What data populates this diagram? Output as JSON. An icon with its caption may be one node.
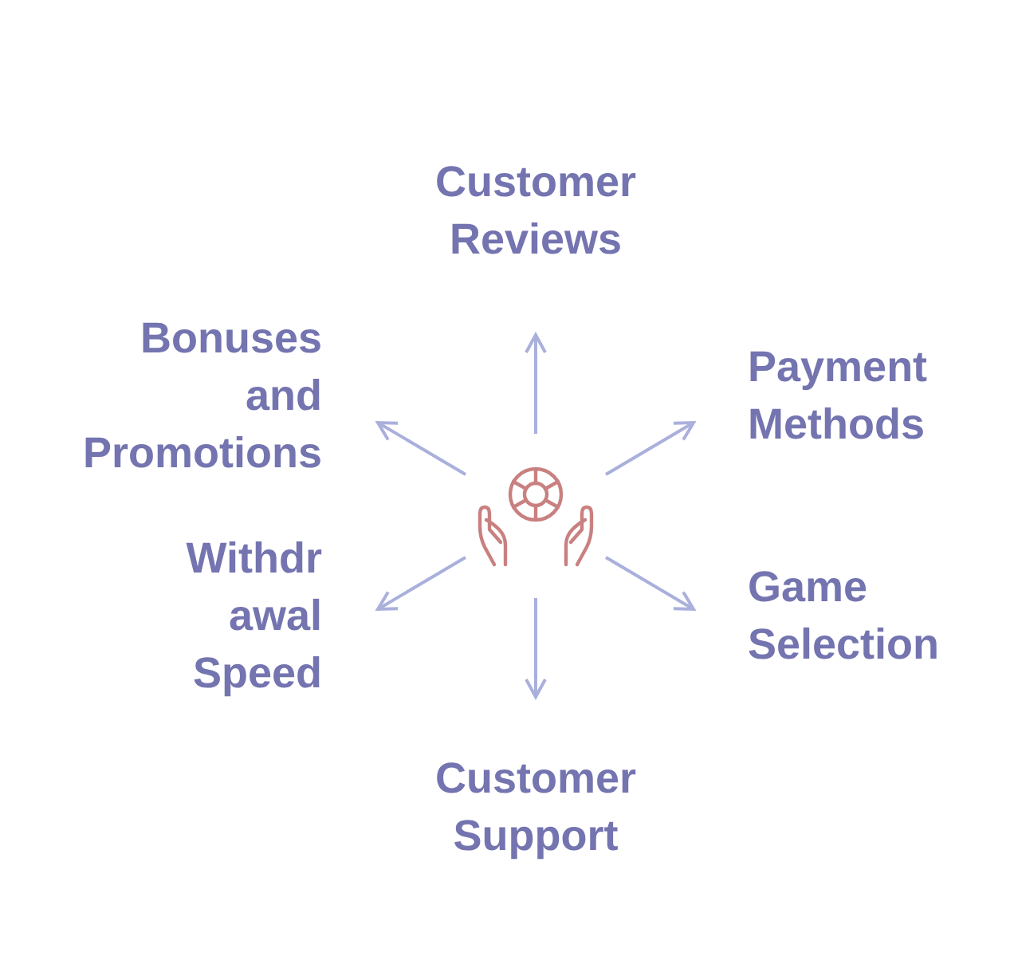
{
  "diagram": {
    "nodes": [
      {
        "text": [],
        "shape": "picture"
      },
      {
        "text": [
          "Customer Reviews"
        ]
      },
      {
        "text": [
          "Payment Methods"
        ]
      },
      {
        "text": [
          "Game Selection"
        ]
      },
      {
        "text": [
          "Customer Support"
        ]
      },
      {
        "text": [
          "Withdrawal Speed"
        ]
      },
      {
        "text": [
          "Bonuses and Promotions"
        ]
      }
    ],
    "edges": [
      {
        "from": 0,
        "to": 1,
        "arrow": "to"
      },
      {
        "from": 0,
        "to": 2,
        "arrow": "to"
      },
      {
        "from": 0,
        "to": 3,
        "arrow": "to"
      },
      {
        "from": 0,
        "to": 4,
        "arrow": "to"
      },
      {
        "from": 0,
        "to": 5,
        "arrow": "to"
      },
      {
        "from": 0,
        "to": 6,
        "arrow": "to"
      }
    ]
  }
}
